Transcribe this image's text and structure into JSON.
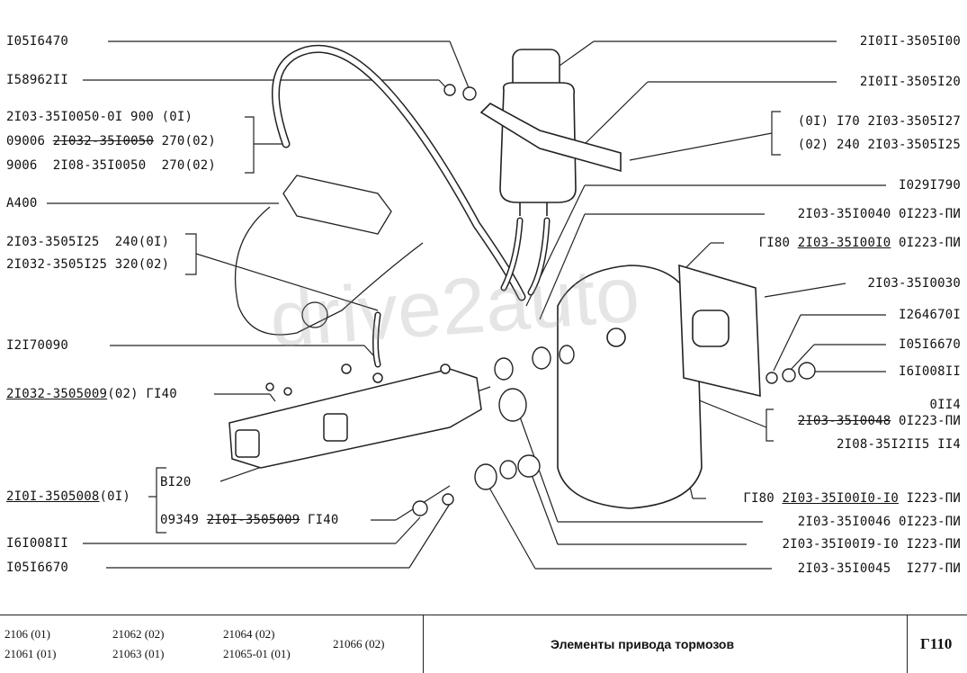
{
  "labels_left": {
    "l1": "I05I6470",
    "l2": "I58962II",
    "l3a": "2I03-35I0050-0I 900 (0I)",
    "l3b_pre": "09006 ",
    "l3b_strike": "2I032-35I0050",
    "l3b_post": " 270(02)",
    "l3c": "9006  2I08-35I0050  270(02)",
    "l4": "A400",
    "l5a": "2I03-3505I25  240(0I)",
    "l5b": "2I032-3505I25 320(02)",
    "l6": "I2I70090",
    "l7_u": "2I032-3505009",
    "l7_post": "(02) ГI40",
    "l8_u": "2I0I-3505008",
    "l8_post": "(0I)",
    "l8a": "BI20",
    "l8b_pre": "09349 ",
    "l8b_strike": "2I0I-3505009",
    "l8b_post": " ГI40",
    "l9": "I6I008II",
    "l10": "I05I6670"
  },
  "labels_right": {
    "r1": "2I0II-3505I00",
    "r2": "2I0II-3505I20",
    "r3a": "(0I) I70 2I03-3505I27",
    "r3b": "(02) 240 2I03-3505I25",
    "r4": "I029I790",
    "r5": "2I03-35I0040 0I223-ПИ",
    "r6_pre": "ГI80 ",
    "r6_u": "2I03-35I00I0",
    "r6_post": " 0I223-ПИ",
    "r7": "2I03-35I0030",
    "r8": "I264670I",
    "r9": "I05I6670",
    "r10": "I6I008II",
    "r11a": "0II4",
    "r11b_strike": "2I03-35I0048",
    "r11b_post": " 0I223-ПИ",
    "r11c": "2I08-35I2II5 II4",
    "r12_pre": "ГI80 ",
    "r12_u": "2I03-35I00I0-I0",
    "r12_post": " I223-ПИ",
    "r13": "2I03-35I0046 0I223-ПИ",
    "r14": "2I03-35I00I9-I0 I223-ПИ",
    "r15": "2I03-35I0045  I277-ПИ"
  },
  "watermark": "drive2auto",
  "footer": {
    "models": [
      "2106 (01)",
      "21061 (01)",
      "21062 (02)",
      "21063 (01)",
      "21064 (02)",
      "21065-01 (01)",
      "21066 (02)"
    ],
    "title": "Элементы привода тормозов",
    "page": "Г110"
  }
}
